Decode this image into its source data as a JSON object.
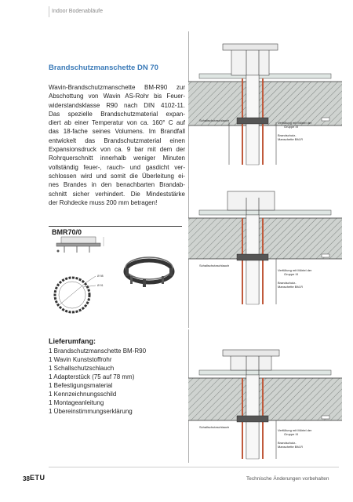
{
  "header": {
    "section": "Indoor Bodenabläufe"
  },
  "heading": "Brandschutzmanschette DN 70",
  "body_lines": [
    "Wavin-Brandschutzmanschette BM-R90 zur",
    "Abschottung von Wavin AS-Rohr bis Feuer-",
    "widerstandsklasse R90 nach DIN 4102-11.",
    "Das spezielle Brandschutzmaterial expan-",
    "diert ab einer Temperatur von ca. 160° C auf",
    "das 18-fache seines Volumens. Im Brandfall",
    "entwickelt das Brandschutzmaterial einen",
    "Expansionsdruck von ca. 9 bar mit dem der",
    "Rohrquerschnitt innerhalb weniger Minuten",
    "vollständig feuer-, rauch- und gasdicht ver-",
    "schlossen wird und somit die Überleitung ei-",
    "nes Brandes in den benachbarten Brandab-",
    "schnitt sicher verhindert. Die Mindeststärke",
    "der Rohdecke muss 200 mm betragen!"
  ],
  "product": {
    "label": "BMR70/0",
    "dim_1": "Ø 98",
    "dim_2": "Ø 91"
  },
  "delivery": {
    "title": "Lieferumfang:",
    "items": [
      "1 Brandschutzmanschette BM-R90",
      "1 Wavin Kunststoffrohr",
      "1 Schallschutzschlauch",
      "1 Adapterstück (75 auf 78 mm)",
      "1 Befestigungsmaterial",
      "1 Kennzeichnungsschild",
      "1 Montageanleitung",
      "1 Übereinstimmungserklärung"
    ]
  },
  "diagram_labels": {
    "left": "Schallschutzschlauch",
    "right_top_1": "Verfüllung mit Mörtel der",
    "right_top_2": "Gruppe III",
    "right_bottom_1": "Brandschutz-",
    "right_bottom_2": "Manschette BM-R"
  },
  "footer": {
    "page": "38",
    "logo": "ETU",
    "note": "Technische Änderungen vorbehalten"
  }
}
